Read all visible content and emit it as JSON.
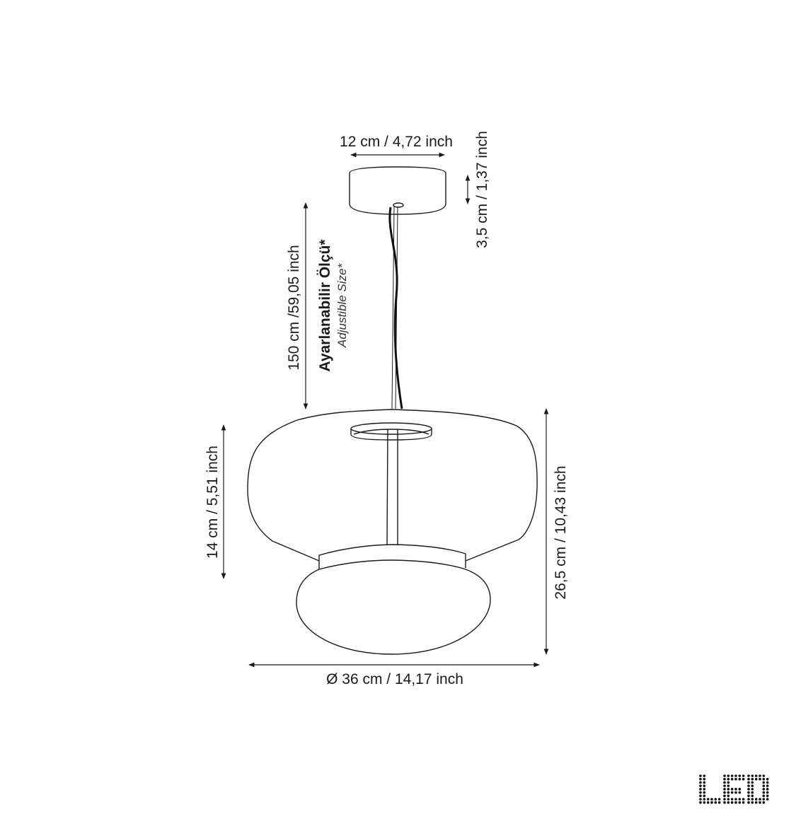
{
  "dimensions": {
    "canopy_width": "12 cm / 4,72 inch",
    "canopy_height": "3,5 cm / 1,37 inch",
    "cable_length": "150 cm /59,05 inch",
    "adjustable_tr": "Ayarlanabilir Ölçü*",
    "adjustable_en": "Adjustible Size*",
    "shade_height": "14 cm  / 5,51 inch",
    "total_height": "26,5 cm / 10,43 inch",
    "diameter": "Ø 36 cm / 14,17 inch"
  },
  "logo": {
    "text": "LED"
  },
  "colors": {
    "line": "#1a1a1a",
    "background": "#ffffff"
  }
}
